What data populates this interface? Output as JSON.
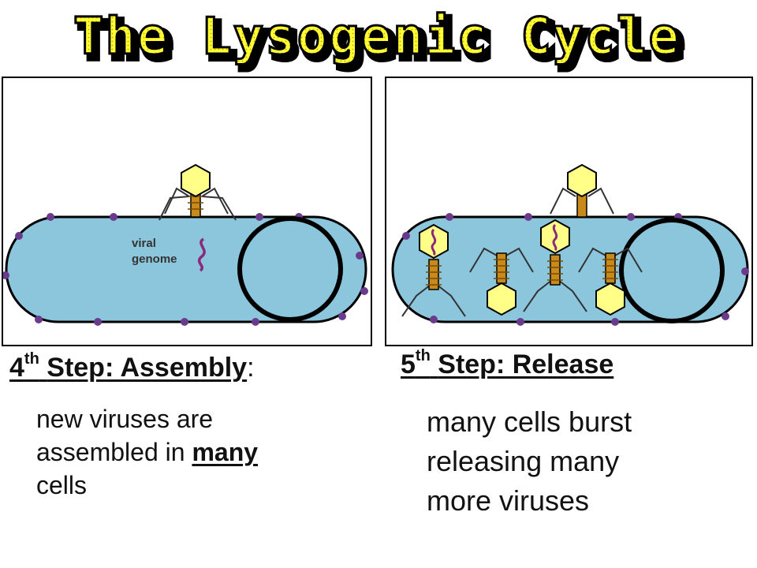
{
  "title": "The Lysogenic Cycle",
  "panel4": {
    "label_viral": "viral",
    "label_genome": "genome",
    "step_number": "4",
    "step_suffix": "th",
    "step_label": "Step: Assembly",
    "step_colon": ":",
    "desc_line1": "new viruses are",
    "desc_line2_pre": "assembled in ",
    "desc_line2_em": "many",
    "desc_line3": "cells"
  },
  "panel5": {
    "step_number": "5",
    "step_suffix": "th",
    "step_label": "Step: Release",
    "desc_line1": "many cells burst",
    "desc_line2": "releasing many",
    "desc_line3": "more viruses"
  },
  "colors": {
    "title_fill": "#ffff33",
    "cell_fill": "#8cc6dc",
    "capsid_fill": "#ffff88",
    "tail_fill": "#c88a1a",
    "dna_color": "#8a2a7a",
    "dot_color": "#6a3b8c"
  }
}
